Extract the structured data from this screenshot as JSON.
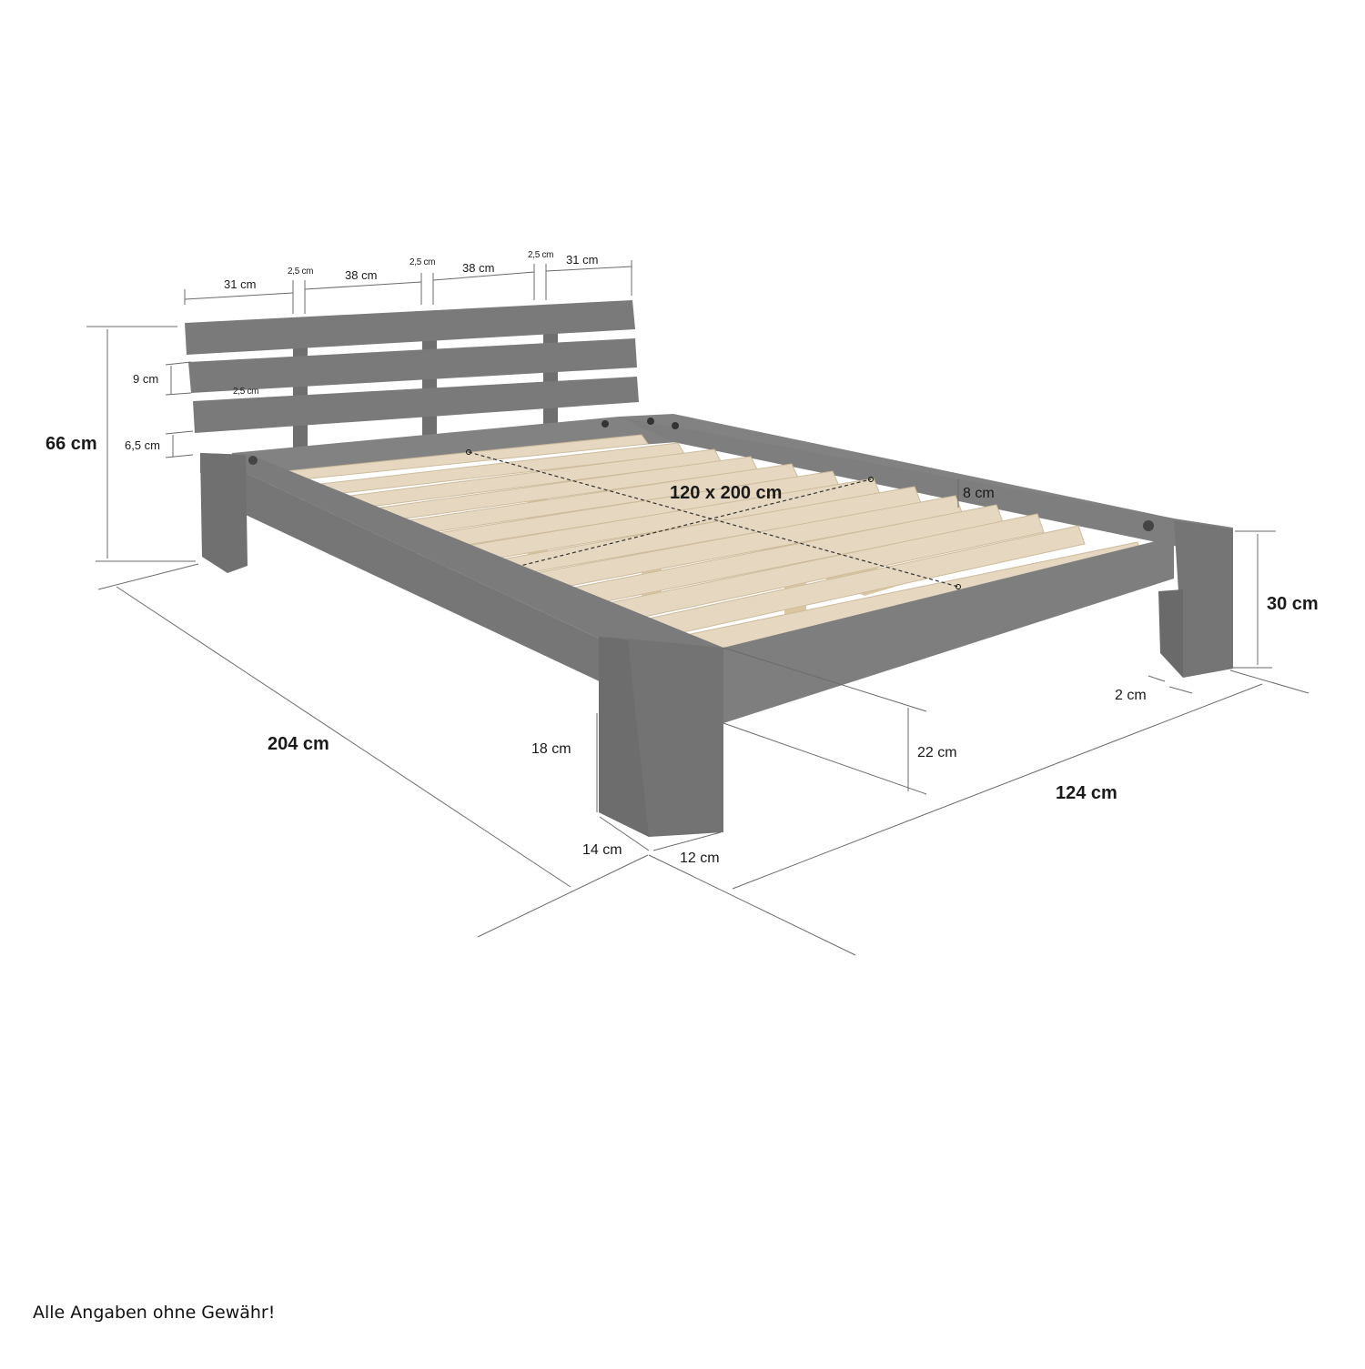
{
  "colors": {
    "frame": "#7c7c7c",
    "frame_dark": "#6a6a6a",
    "frame_light": "#8d8d8d",
    "slat": "#e6d8c0",
    "slat_edge": "#cdbb9c",
    "support": "#dcc6a0",
    "dim_line": "#6b6b6b"
  },
  "headboard": {
    "plank_widths": {
      "w1": "31 cm",
      "gap1": "2,5 cm",
      "w2": "38 cm",
      "gap2": "2,5 cm",
      "w3": "38 cm",
      "gap3": "2,5 cm",
      "w4": "31 cm"
    },
    "plank_height": "9 cm",
    "plank_gap": "2,5 cm",
    "bottom_gap": "6,5 cm",
    "total_height": "66 cm"
  },
  "frame": {
    "mattress_size": "120 x 200 cm",
    "rail_height": "8 cm",
    "total_length": "204 cm",
    "total_width": "124 cm",
    "footend_height": "30 cm",
    "leg_inset": "2 cm",
    "leg_height": "18 cm",
    "under_clearance": "22 cm",
    "leg_depth": "14 cm",
    "leg_width": "12 cm"
  },
  "footer": {
    "disclaimer": "Alle Angaben ohne Gewähr!"
  }
}
